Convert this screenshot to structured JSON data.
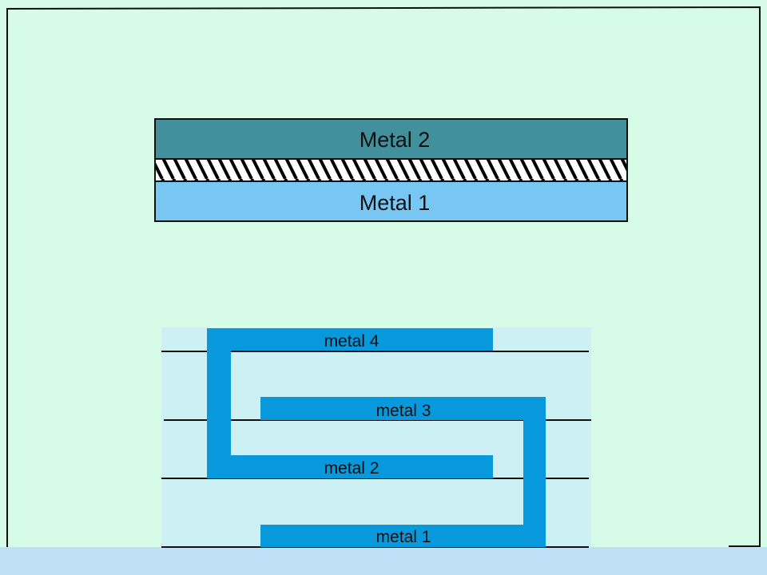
{
  "colors": {
    "page_background": "#c0e0f8",
    "slide_background": "#d6fce8",
    "metal2_upper": "#42909b",
    "metal1_upper": "#78c6f2",
    "via_hatch": "#000000",
    "lower_panel": "#ccf0f4",
    "interconnect": "#0898dc",
    "outline": "#111111"
  },
  "upper_diagram": {
    "top_layer": "Metal 2",
    "middle_layer": "via (hatched)",
    "bottom_layer": "Metal 1"
  },
  "lower_diagram": {
    "levels": [
      {
        "label": "metal 4"
      },
      {
        "label": "metal 3"
      },
      {
        "label": "metal 2"
      },
      {
        "label": "metal 1"
      }
    ]
  }
}
